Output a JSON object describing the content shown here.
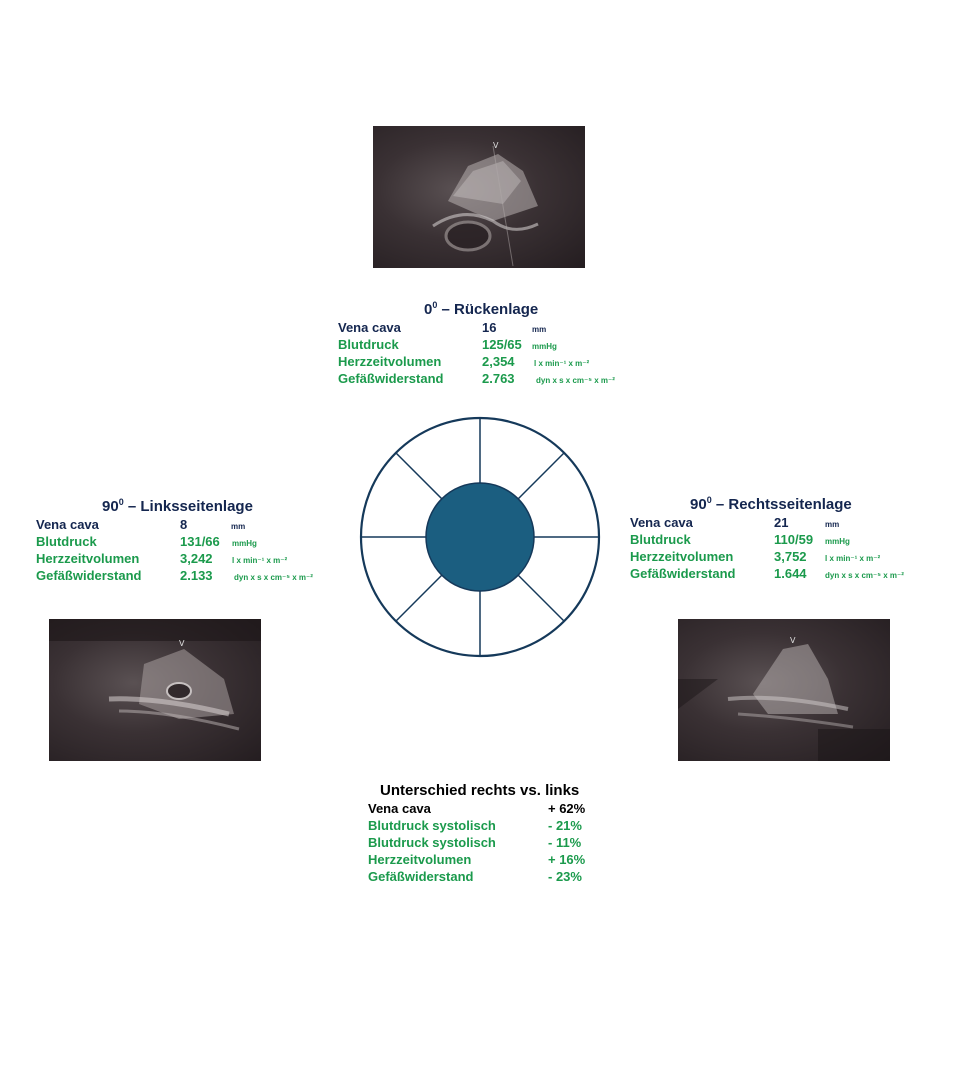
{
  "colors": {
    "navy": "#14264f",
    "green": "#1b9a4c",
    "circle_fill": "#1b5e80",
    "circle_stroke": "#15395a"
  },
  "images": {
    "top": "ultrasound-image",
    "left": "ultrasound-image",
    "right": "ultrasound-image"
  },
  "supine": {
    "degree": "0",
    "title": " – Rückenlage",
    "rows": [
      {
        "label": "Vena cava",
        "value": "16",
        "unit": "mm"
      },
      {
        "label": "Blutdruck",
        "value": "125/65",
        "unit": "mmHg"
      },
      {
        "label": "Herzzeitvolumen",
        "value": "2,354",
        "unit": "l x min⁻¹ x m⁻²"
      },
      {
        "label": "Gefäßwiderstand",
        "value": "2.763",
        "unit": "dyn x s x cm⁻⁵ x m⁻²"
      }
    ]
  },
  "left_lateral": {
    "degree": "90",
    "title": " – Linksseitenlage",
    "rows": [
      {
        "label": "Vena cava",
        "value": "8",
        "unit": "mm"
      },
      {
        "label": "Blutdruck",
        "value": "131/66",
        "unit": "mmHg"
      },
      {
        "label": "Herzzeitvolumen",
        "value": "3,242",
        "unit": "l x min⁻¹ x m⁻²"
      },
      {
        "label": "Gefäßwiderstand",
        "value": "2.133",
        "unit": "dyn x s x cm⁻⁵ x m⁻²"
      }
    ]
  },
  "right_lateral": {
    "degree": "90",
    "title": " – Rechtsseitenlage",
    "rows": [
      {
        "label": "Vena cava",
        "value": "21",
        "unit": "mm"
      },
      {
        "label": "Blutdruck",
        "value": "110/59",
        "unit": "mmHg"
      },
      {
        "label": "Herzzeitvolumen",
        "value": "3,752",
        "unit": "l x min⁻¹ x m⁻²"
      },
      {
        "label": "Gefäßwiderstand",
        "value": "1.644",
        "unit": "dyn x s x cm⁻⁵ x m⁻²"
      }
    ]
  },
  "difference": {
    "title": "Unterschied rechts vs. links",
    "rows": [
      {
        "label": "Vena cava",
        "value": "+ 62%"
      },
      {
        "label": "Blutdruck systolisch",
        "value": "- 21%"
      },
      {
        "label": "Blutdruck systolisch",
        "value": "- 11%"
      },
      {
        "label": "Herzzeitvolumen",
        "value": "+ 16%"
      },
      {
        "label": "Gefäßwiderstand",
        "value": "- 23%"
      }
    ]
  }
}
